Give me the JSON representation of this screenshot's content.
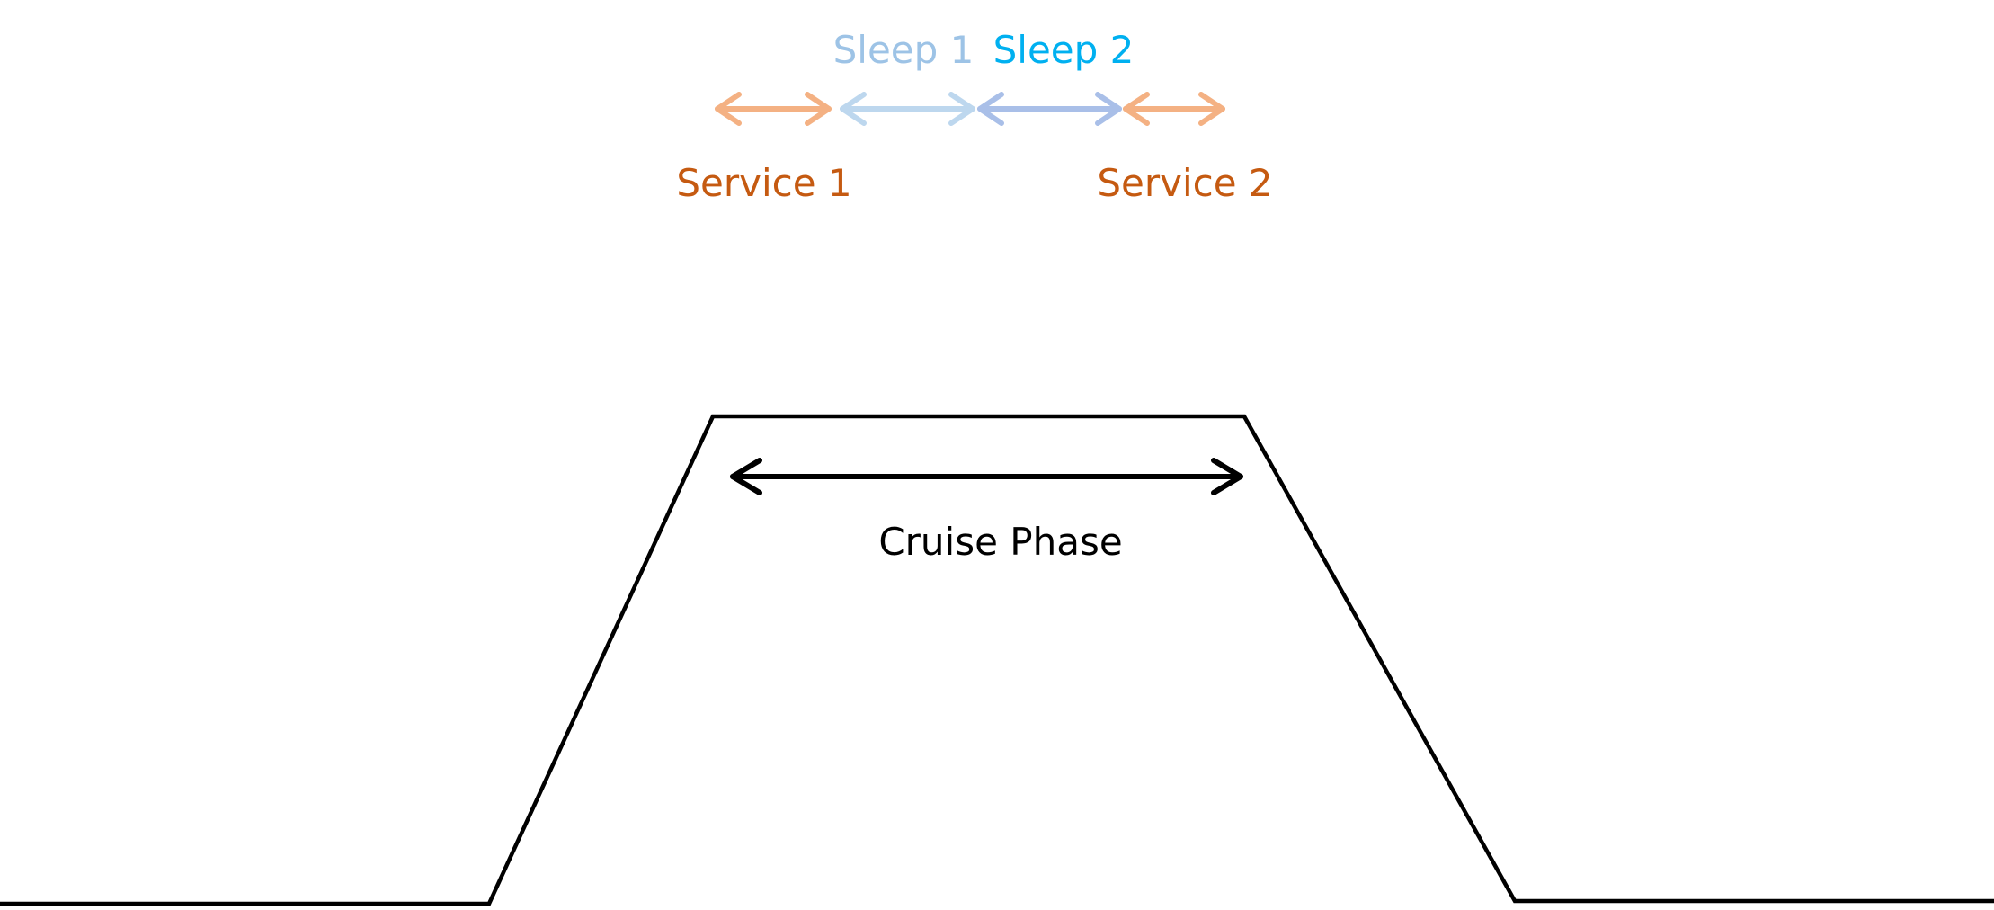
{
  "labels": {
    "sleep1": "Sleep 1",
    "sleep2": "Sleep 2",
    "service1": "Service 1",
    "service2": "Service 2",
    "cruise_phase": "Cruise Phase"
  },
  "colors": {
    "service": "#C55A11",
    "service_arrow": "#F4B183",
    "sleep1": "#9DC3E6",
    "sleep1_arrow": "#BDD7EE",
    "sleep2": "#00B0F0",
    "sleep2_arrow": "#A9BFE8",
    "profile": "#000000"
  },
  "icons": {
    "phase_arrows": "double-headed-arrow-icon"
  }
}
